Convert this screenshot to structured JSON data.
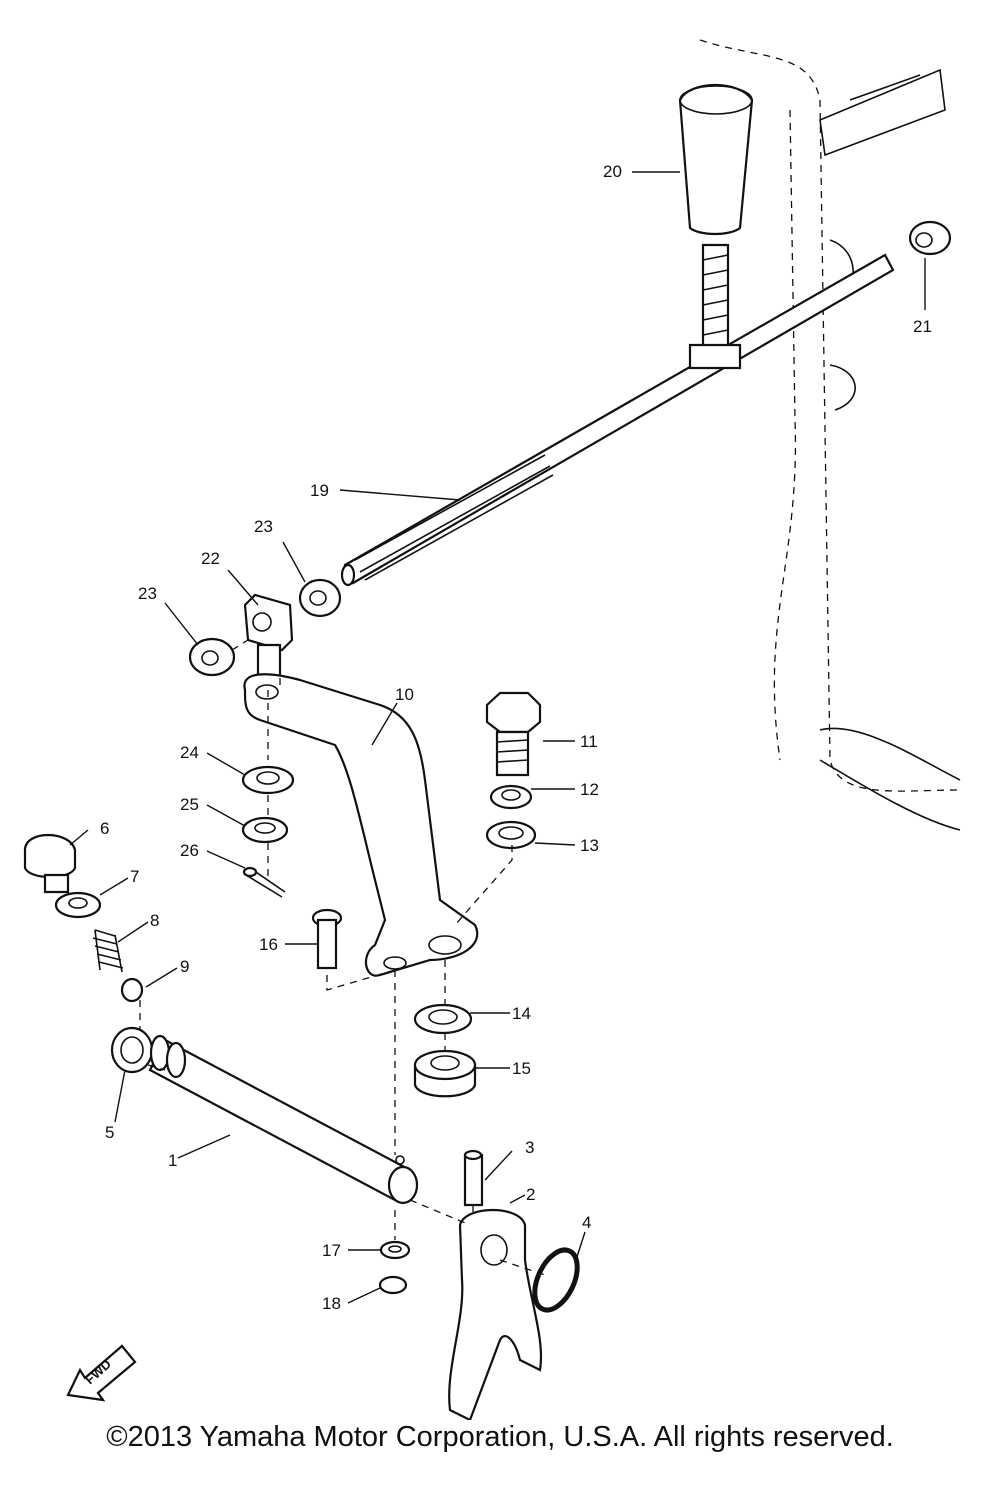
{
  "parts": [
    {
      "id": "1",
      "label": "1"
    },
    {
      "id": "2",
      "label": "2"
    },
    {
      "id": "3",
      "label": "3"
    },
    {
      "id": "4",
      "label": "4"
    },
    {
      "id": "5",
      "label": "5"
    },
    {
      "id": "6",
      "label": "6"
    },
    {
      "id": "7",
      "label": "7"
    },
    {
      "id": "8",
      "label": "8"
    },
    {
      "id": "9",
      "label": "9"
    },
    {
      "id": "10",
      "label": "10"
    },
    {
      "id": "11",
      "label": "11"
    },
    {
      "id": "12",
      "label": "12"
    },
    {
      "id": "13",
      "label": "13"
    },
    {
      "id": "14",
      "label": "14"
    },
    {
      "id": "15",
      "label": "15"
    },
    {
      "id": "16",
      "label": "16"
    },
    {
      "id": "17",
      "label": "17"
    },
    {
      "id": "18",
      "label": "18"
    },
    {
      "id": "19",
      "label": "19"
    },
    {
      "id": "20",
      "label": "20"
    },
    {
      "id": "21",
      "label": "21"
    },
    {
      "id": "22",
      "label": "22"
    },
    {
      "id": "23a",
      "label": "23"
    },
    {
      "id": "23b",
      "label": "23"
    },
    {
      "id": "24",
      "label": "24"
    },
    {
      "id": "25",
      "label": "25"
    },
    {
      "id": "26",
      "label": "26"
    }
  ],
  "fwd_label": "FWD",
  "copyright": "©2013 Yamaha Motor Corporation, U.S.A. All rights reserved."
}
